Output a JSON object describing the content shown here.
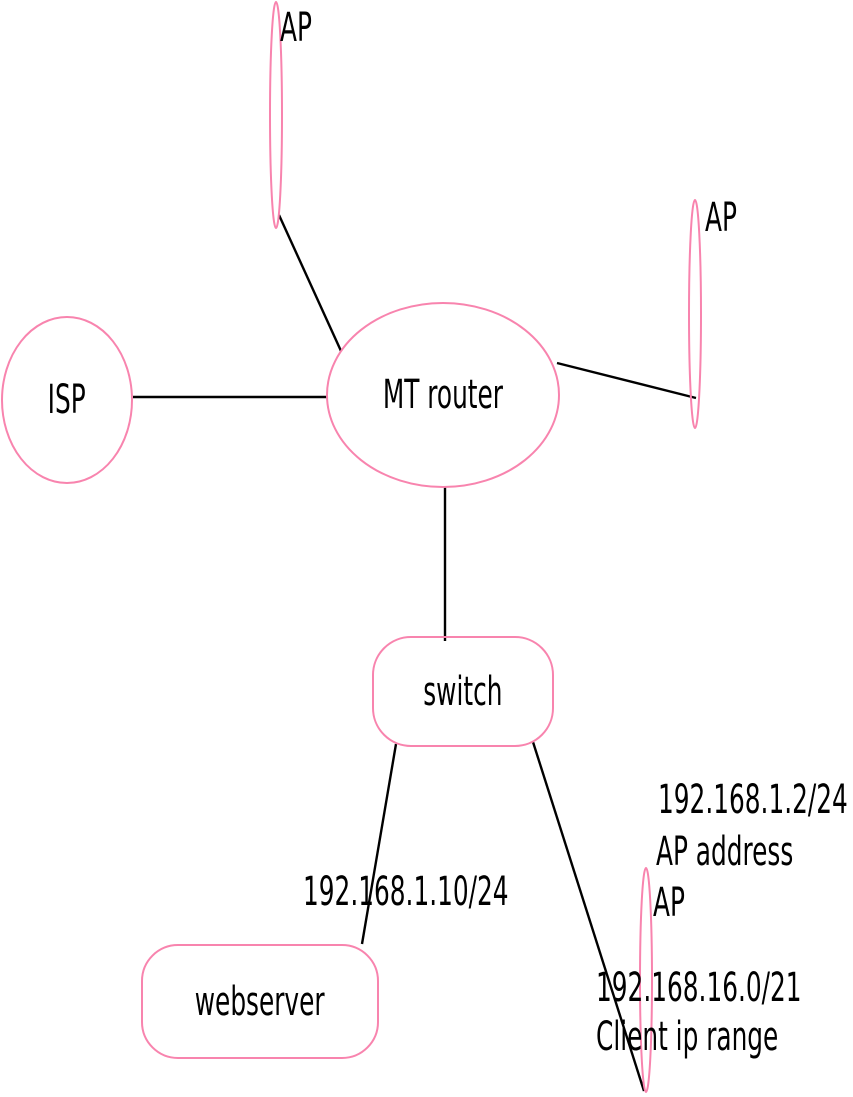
{
  "diagram": {
    "type": "network-topology",
    "colors": {
      "background": "#ffffff",
      "node_outline": "#f884ae",
      "connector": "#000000",
      "text": "#000000"
    },
    "nodes": {
      "ap_top": {
        "label": "AP",
        "shape": "thin-ellipse"
      },
      "ap_right": {
        "label": "AP",
        "shape": "thin-ellipse"
      },
      "isp": {
        "label": "ISP",
        "shape": "ellipse"
      },
      "mt_router": {
        "label": "MT router",
        "shape": "ellipse"
      },
      "switch": {
        "label": "switch",
        "shape": "rounded-rect"
      },
      "webserver": {
        "label": "webserver",
        "shape": "rounded-rect"
      },
      "ap_bottom": {
        "label": "AP",
        "shape": "thin-ellipse"
      }
    },
    "annotations": {
      "webserver_ip": "192.168.1.10/24",
      "ap_ip": "192.168.1.2/24",
      "ap_ip_caption": "AP address",
      "client_range_ip": "192.168.16.0/21",
      "client_range_caption": "Client ip range"
    },
    "edges": [
      {
        "from": "ap_top",
        "to": "mt_router"
      },
      {
        "from": "isp",
        "to": "mt_router"
      },
      {
        "from": "mt_router",
        "to": "ap_right"
      },
      {
        "from": "mt_router",
        "to": "switch"
      },
      {
        "from": "switch",
        "to": "webserver"
      },
      {
        "from": "switch",
        "to": "ap_bottom"
      }
    ]
  }
}
